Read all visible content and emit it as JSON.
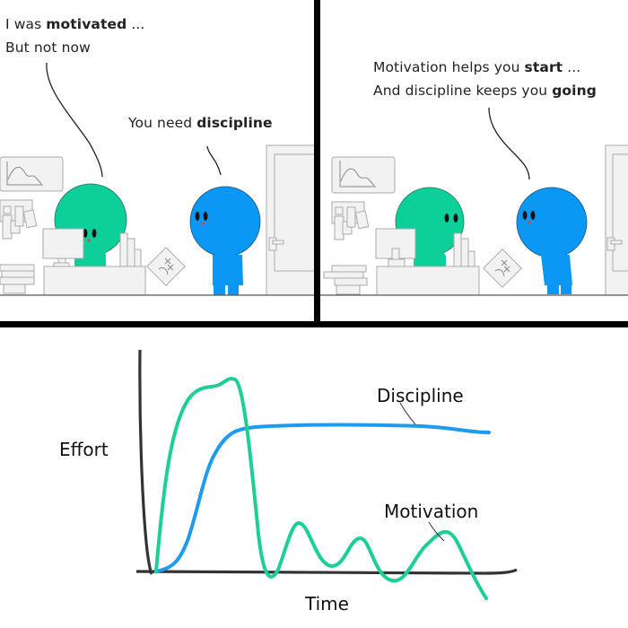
{
  "comic": {
    "panel1": {
      "caption_left": {
        "line1_pre": "I was ",
        "line1_bold": "motivated",
        "line1_post": " ...",
        "line2": "But not now"
      },
      "caption_right": {
        "pre": "You need ",
        "bold": "discipline"
      }
    },
    "panel2": {
      "caption": {
        "line1_pre": "Motivation helps you ",
        "line1_bold": "start",
        "line1_post": " ...",
        "line2_pre": "And discipline keeps you ",
        "line2_bold": "going"
      }
    },
    "colors": {
      "green_character": "#0dcf9a",
      "blue_character": "#0b98f5",
      "furniture_fill": "#f2f2f2",
      "furniture_stroke": "#a8a8a8",
      "frame": "#000000"
    }
  },
  "chart_data": {
    "type": "line",
    "title": "",
    "xlabel": "Time",
    "ylabel": "Effort",
    "grid": false,
    "legend": "inline annotations",
    "x": [
      0,
      1,
      2,
      3,
      4,
      5,
      6,
      7,
      8,
      9,
      10,
      11,
      12,
      13,
      14,
      15,
      16,
      17,
      18,
      19,
      20
    ],
    "series": [
      {
        "name": "Motivation",
        "color": "#1dcf95",
        "values": [
          0,
          55,
          80,
          87,
          90,
          40,
          -2,
          32,
          -3,
          12,
          -5,
          8,
          -6,
          18,
          8,
          -8,
          10,
          25,
          5,
          -15,
          -10
        ]
      },
      {
        "name": "Discipline",
        "color": "#1e9bef",
        "values": [
          0,
          5,
          25,
          50,
          60,
          62,
          63,
          63,
          63,
          63,
          63,
          63,
          63,
          63,
          63,
          63,
          62,
          62,
          61,
          60,
          59
        ]
      }
    ],
    "annotations": [
      {
        "text": "Discipline",
        "points_to": "Discipline"
      },
      {
        "text": "Motivation",
        "points_to": "Motivation"
      }
    ]
  }
}
